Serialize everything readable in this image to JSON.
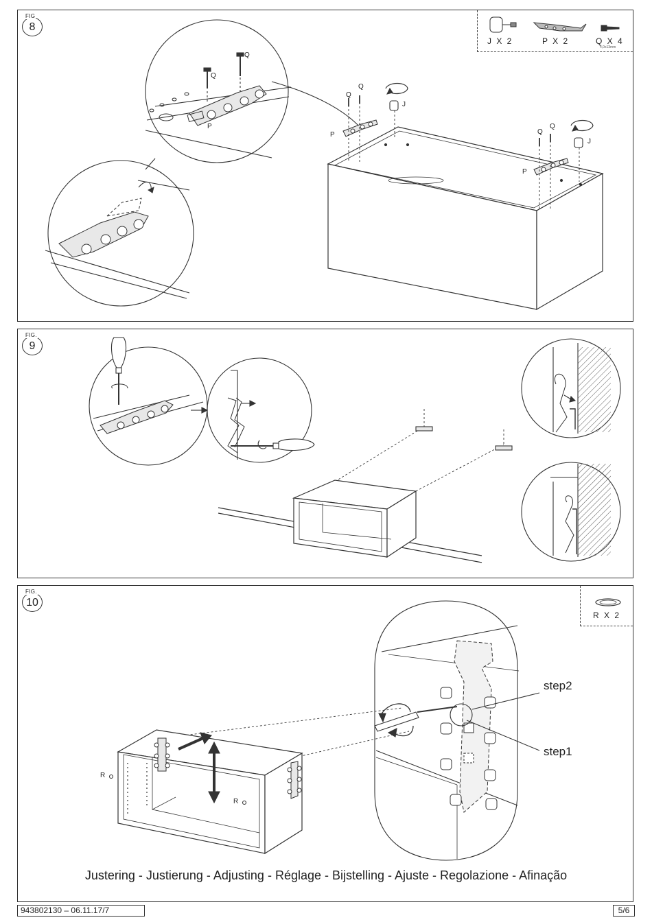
{
  "fig8": {
    "fig_label": "FIG",
    "fig_number": "8",
    "parts": [
      {
        "code": "J X 2",
        "icon": "cam-connector-icon"
      },
      {
        "code": "P X 2",
        "icon": "hanging-bracket-icon"
      },
      {
        "code": "Q X 4",
        "icon": "screw-icon",
        "size": "4,0x13mm"
      }
    ],
    "callouts": {
      "q1": "Q",
      "q2": "Q",
      "p1": "P",
      "main_q1": "Q",
      "main_q2": "Q",
      "main_j": "J",
      "main_p": "P",
      "right_q1": "Q",
      "right_q2": "Q",
      "right_j": "J",
      "right_p": "P"
    }
  },
  "fig9": {
    "fig_label": "FIG.",
    "fig_number": "9"
  },
  "fig10": {
    "fig_label": "FIG.",
    "fig_number": "10",
    "parts": [
      {
        "code": "R X 2",
        "icon": "cap-icon"
      }
    ],
    "step2": "step2",
    "step1": "step1",
    "callouts": {
      "r_left": "R",
      "r_right": "R"
    },
    "caption": "Justering - Justierung - Adjusting - Réglage - Bijstelling - Ajuste - Regolazione  - Afinação"
  },
  "footer": {
    "doc_code": "943802130  –  06.11.17/7",
    "page": "5/6"
  }
}
